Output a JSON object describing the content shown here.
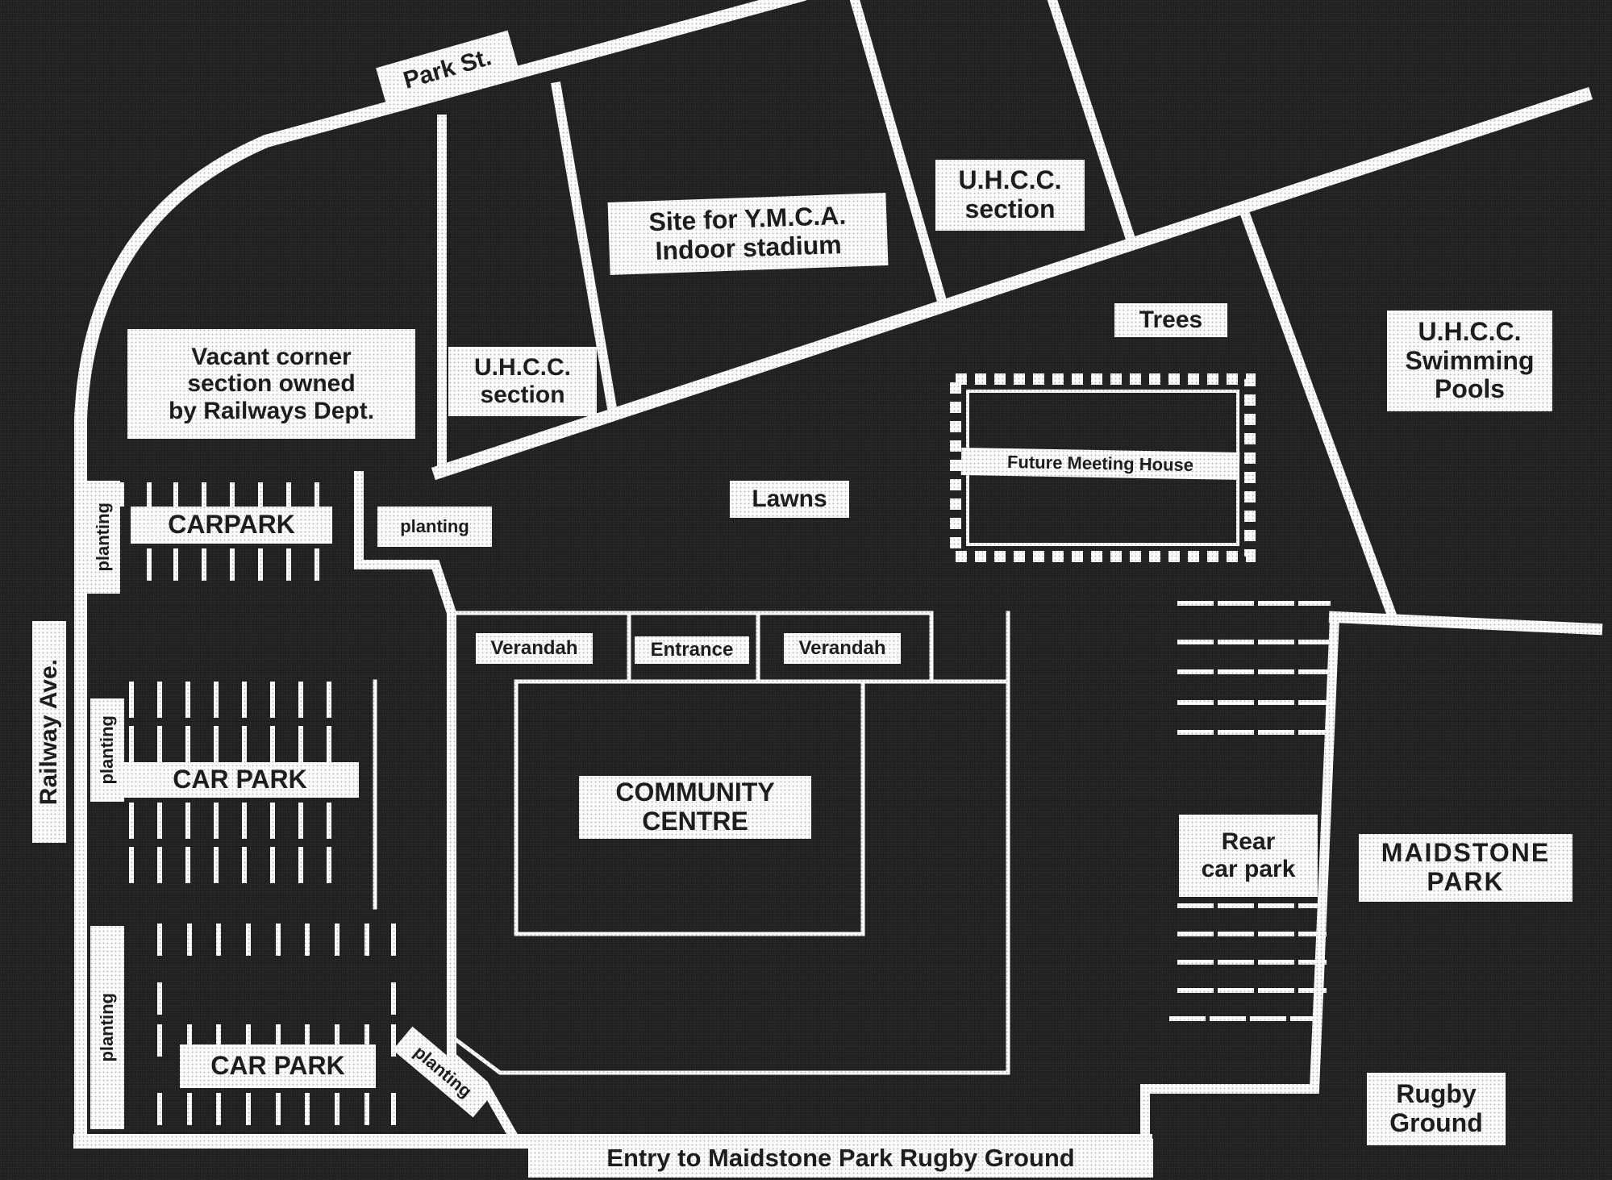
{
  "map": {
    "background_color": "#202020",
    "line_color": "#fbfbfb",
    "streets": {
      "park_st": "Park St.",
      "railway_ave": "Railway Ave.",
      "entry": "Entry to Maidstone Park Rugby Ground"
    },
    "parcels": {
      "vacant_corner": [
        "Vacant corner",
        "section owned",
        "by Railways Dept."
      ],
      "uhcc_section_left": [
        "U.H.C.C.",
        "section"
      ],
      "ymca_site": [
        "Site for Y.M.C.A.",
        "Indoor stadium"
      ],
      "uhcc_section_right": [
        "U.H.C.C.",
        "section"
      ],
      "uhcc_pools": [
        "U.H.C.C.",
        "Swimming",
        "Pools"
      ]
    },
    "grounds": {
      "trees": "Trees",
      "lawns": "Lawns",
      "future_meeting_house": "Future Meeting House",
      "planting_top": "planting",
      "planting_left_1": "planting",
      "planting_left_2": "planting",
      "planting_left_3": "planting",
      "planting_diagonal": "planting"
    },
    "car_parks": {
      "top": "CARPARK",
      "middle": "CAR PARK",
      "bottom": "CAR PARK",
      "rear": [
        "Rear",
        "car park"
      ]
    },
    "building": {
      "verandah_left": "Verandah",
      "entrance": "Entrance",
      "verandah_right": "Verandah",
      "name": [
        "COMMUNITY",
        "CENTRE"
      ]
    },
    "park": {
      "maidstone": [
        "MAIDSTONE",
        "PARK"
      ],
      "rugby": [
        "Rugby",
        "Ground"
      ]
    }
  }
}
